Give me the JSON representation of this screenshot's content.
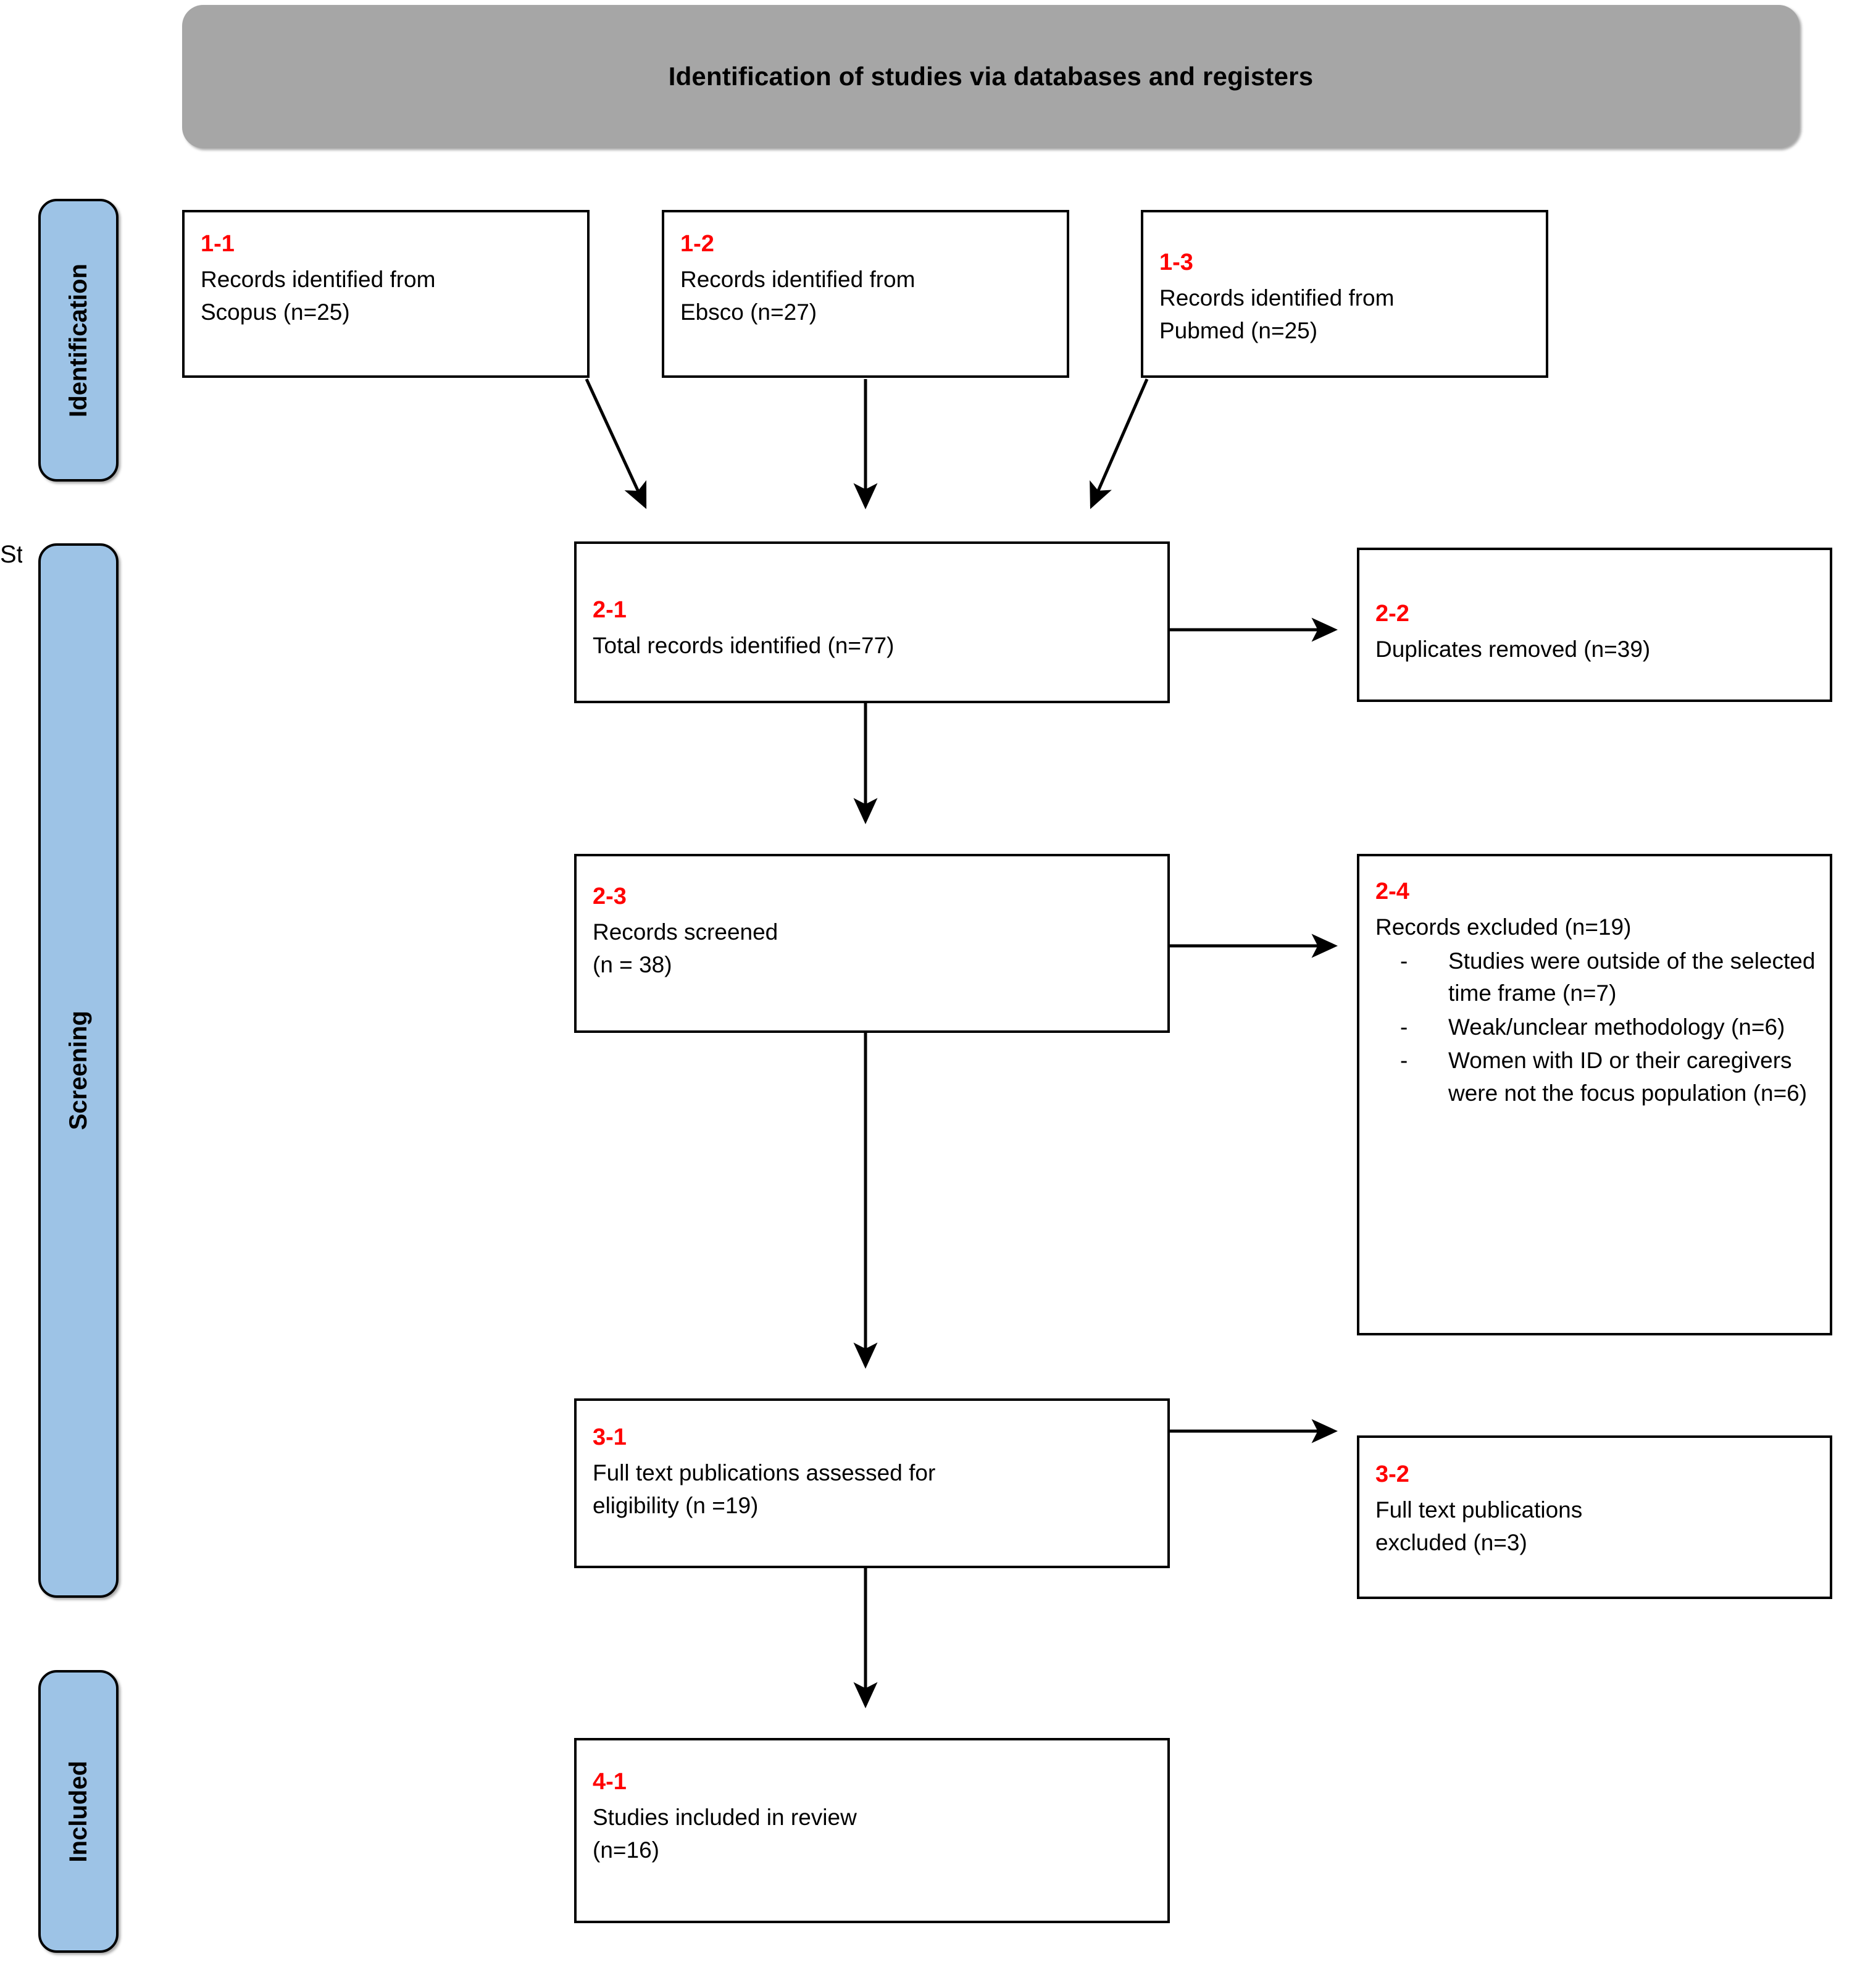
{
  "banner": {
    "title": "Identification of studies via databases and registers"
  },
  "rails": [
    {
      "id": "identification",
      "label": "Identification"
    },
    {
      "id": "screening",
      "label": "Screening"
    },
    {
      "id": "included",
      "label": "Included"
    }
  ],
  "clipped_left_text": "St",
  "colors": {
    "banner_fill": "#a6a6a6",
    "rail_fill": "#9dc3e6",
    "tag_red": "#ff0000",
    "box_border": "#000000",
    "box_fill": "#ffffff"
  },
  "boxes": {
    "b1_1": {
      "tag": "1-1",
      "line1": "Records identified from",
      "line2": "Scopus (n=25)"
    },
    "b1_2": {
      "tag": "1-2",
      "line1": "Records identified from",
      "line2": "Ebsco (n=27)"
    },
    "b1_3": {
      "tag": "1-3",
      "line1": "Records identified from",
      "line2": "Pubmed (n=25)"
    },
    "b2_1": {
      "tag": "2-1",
      "line1": "Total records identified (n=77)"
    },
    "b2_2": {
      "tag": "2-2",
      "line1": "Duplicates removed (n=39)"
    },
    "b2_3": {
      "tag": "2-3",
      "line1": "Records screened",
      "line2": "(n = 38)"
    },
    "b2_4": {
      "tag": "2-4",
      "line1": "Records excluded (n=19)",
      "bullets": [
        "Studies were outside of the selected time frame (n=7)",
        "Weak/unclear methodology (n=6)",
        "Women with ID or their caregivers were not the focus population (n=6)"
      ]
    },
    "b3_1": {
      "tag": "3-1",
      "line1": "Full text publications  assessed for",
      "line2": "eligibility (n =19)"
    },
    "b3_2": {
      "tag": "3-2",
      "line1": "Full text publications",
      "line2": "excluded (n=3)"
    },
    "b4_1": {
      "tag": "4-1",
      "line1": "Studies included in review",
      "line2": "(n=16)"
    }
  },
  "chart_data": {
    "type": "diagram",
    "title": "PRISMA flow diagram: Identification of studies via databases and registers",
    "phases": [
      "Identification",
      "Screening",
      "Included"
    ],
    "nodes": [
      {
        "id": "1-1",
        "phase": "Identification",
        "label": "Records identified from Scopus",
        "n": 25
      },
      {
        "id": "1-2",
        "phase": "Identification",
        "label": "Records identified from Ebsco",
        "n": 27
      },
      {
        "id": "1-3",
        "phase": "Identification",
        "label": "Records identified from Pubmed",
        "n": 25
      },
      {
        "id": "2-1",
        "phase": "Screening",
        "label": "Total records identified",
        "n": 77
      },
      {
        "id": "2-2",
        "phase": "Screening",
        "label": "Duplicates removed",
        "n": 39
      },
      {
        "id": "2-3",
        "phase": "Screening",
        "label": "Records screened",
        "n": 38
      },
      {
        "id": "2-4",
        "phase": "Screening",
        "label": "Records excluded",
        "n": 19
      },
      {
        "id": "3-1",
        "phase": "Screening",
        "label": "Full text publications assessed for eligibility",
        "n": 19
      },
      {
        "id": "3-2",
        "phase": "Screening",
        "label": "Full text publications excluded",
        "n": 3
      },
      {
        "id": "4-1",
        "phase": "Included",
        "label": "Studies included in review",
        "n": 16
      }
    ],
    "exclusion_reasons": [
      {
        "reason": "Studies were outside of the selected time frame",
        "n": 7
      },
      {
        "reason": "Weak/unclear methodology",
        "n": 6
      },
      {
        "reason": "Women with ID or their caregivers were not the focus population",
        "n": 6
      }
    ],
    "edges": [
      {
        "from": "1-1",
        "to": "2-1"
      },
      {
        "from": "1-2",
        "to": "2-1"
      },
      {
        "from": "1-3",
        "to": "2-1"
      },
      {
        "from": "2-1",
        "to": "2-2"
      },
      {
        "from": "2-1",
        "to": "2-3"
      },
      {
        "from": "2-3",
        "to": "2-4"
      },
      {
        "from": "2-3",
        "to": "3-1"
      },
      {
        "from": "3-1",
        "to": "3-2"
      },
      {
        "from": "3-1",
        "to": "4-1"
      }
    ]
  }
}
